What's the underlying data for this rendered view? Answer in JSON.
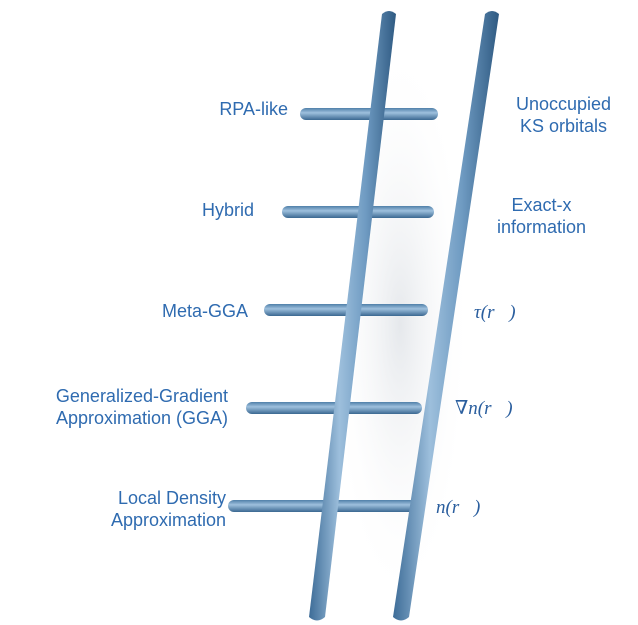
{
  "rungs": [
    {
      "method_lines": [
        "RPA-like"
      ],
      "ingredient_lines": [
        "Unoccupied",
        "KS orbitals"
      ]
    },
    {
      "method_lines": [
        "Hybrid"
      ],
      "ingredient_lines": [
        "Exact-x",
        "information"
      ]
    },
    {
      "method_lines": [
        "Meta-GGA"
      ],
      "ingredient_lines": [
        "τ(r⃗)"
      ]
    },
    {
      "method_lines": [
        "Generalized-Gradient",
        "Approximation (GGA)"
      ],
      "ingredient_lines": [
        "∇n(r⃗)"
      ]
    },
    {
      "method_lines": [
        "Local Density",
        "Approximation"
      ],
      "ingredient_lines": [
        "n(r⃗)"
      ]
    }
  ],
  "colors": {
    "label_blue": "#2f6bb0",
    "rail_light": "#8fb3d2",
    "rail_mid": "#5f8db6",
    "rail_dark": "#3b6a94",
    "shadow": "#c8ced6"
  }
}
